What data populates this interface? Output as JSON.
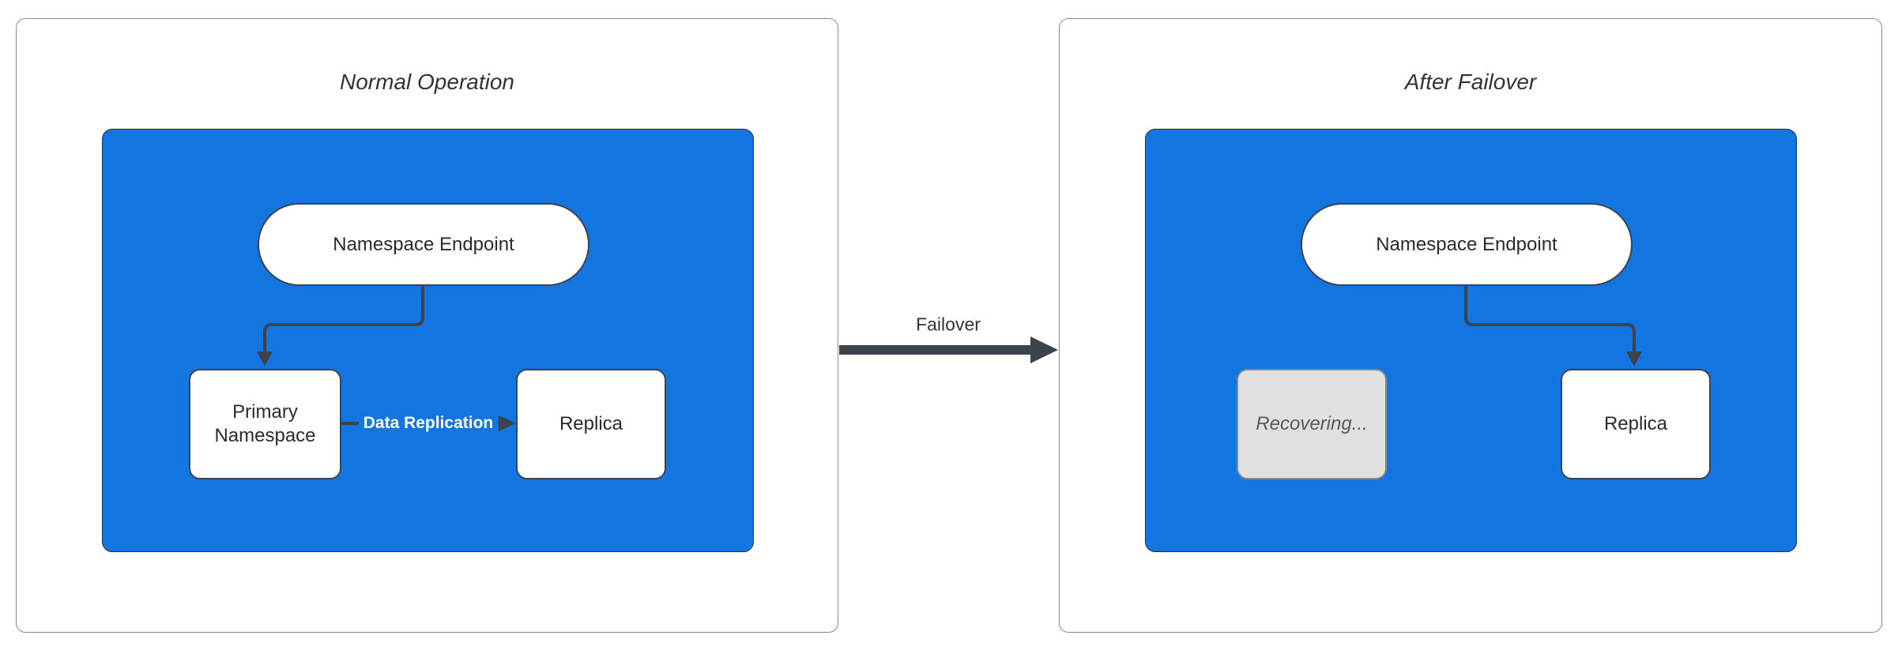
{
  "diagram": {
    "left_panel": {
      "title": "Normal Operation",
      "endpoint_label": "Namespace Endpoint",
      "primary_label": "Primary Namespace",
      "replica_label": "Replica",
      "replication_edge_label": "Data Replication"
    },
    "transition": {
      "label": "Failover"
    },
    "right_panel": {
      "title": "After Failover",
      "endpoint_label": "Namespace Endpoint",
      "recovering_label": "Recovering...",
      "replica_label": "Replica"
    },
    "colors": {
      "cluster_fill": "#1376e0",
      "node_fill": "#ffffff",
      "node_border": "#3d434d",
      "edge": "#3d434d",
      "recovering_fill": "#e0e0e0",
      "recovering_border": "#8a8a8a",
      "recovering_text": "#555a60",
      "panel_border": "#8a8a8a",
      "title_text": "#333333",
      "replication_label_text": "#ffffff"
    }
  }
}
